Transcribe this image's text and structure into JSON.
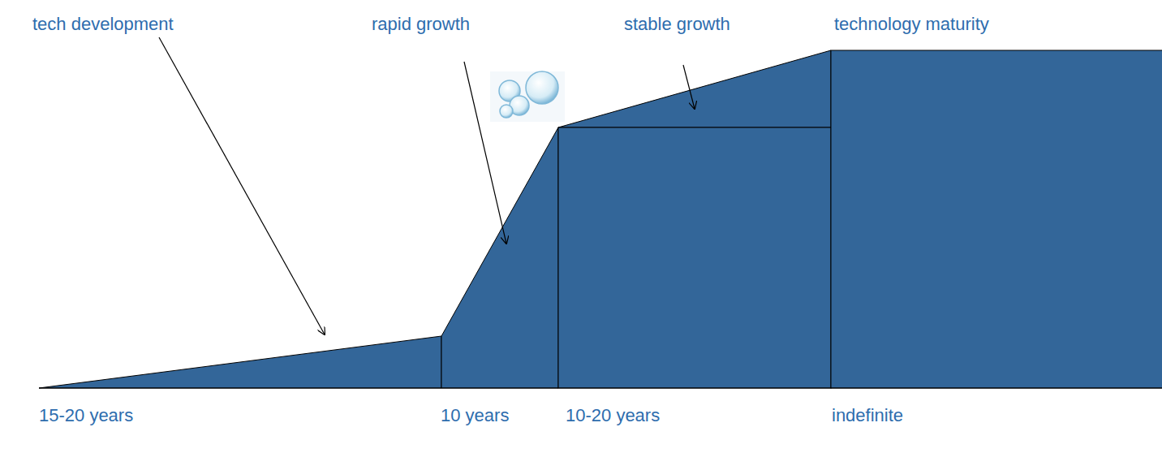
{
  "diagram": {
    "labels": [
      "tech development",
      "rapid growth",
      "stable growth",
      "technology maturity",
      "15-20 years",
      "10 years",
      "10-20 years",
      "indefinite"
    ]
  }
}
